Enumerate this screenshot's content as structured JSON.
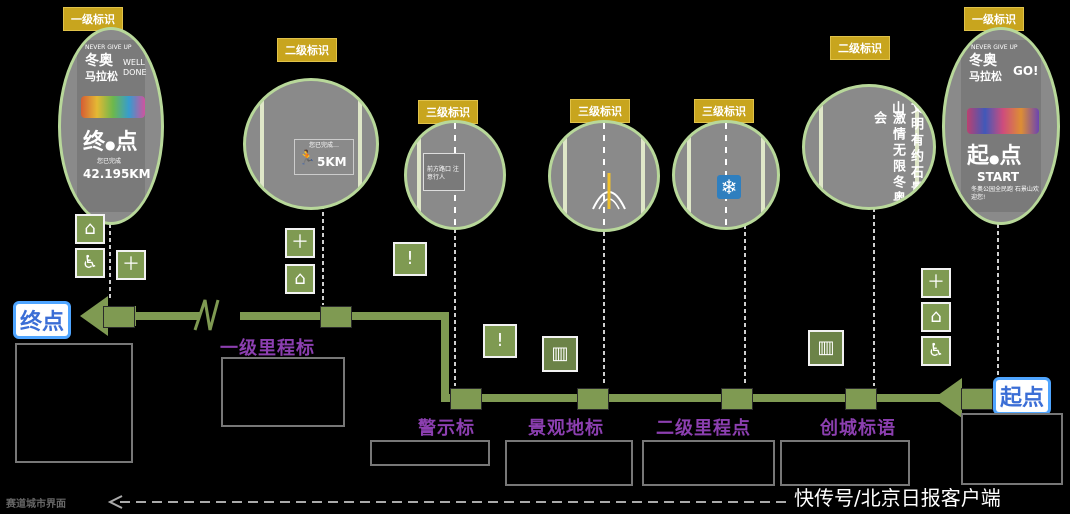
{
  "badges": {
    "level1_left": "一级标识",
    "level1_right": "一级标识",
    "level2_left": "二级标识",
    "level2_right": "二级标识",
    "level3_a": "三级标识",
    "level3_b": "三级标识",
    "level3_c": "三级标识"
  },
  "finish_sign": {
    "top": "NEVER GIVE UP",
    "brand": "冬奥",
    "brand2": "马拉松",
    "tagline": "WELL DONE",
    "title_a": "终",
    "title_b": "点",
    "note": "您已完成",
    "distance": "42.195KM"
  },
  "start_sign": {
    "top": "NEVER GIVE UP",
    "brand": "冬奥",
    "brand2": "马拉松",
    "tagline": "GO!",
    "title_a": "起",
    "title_b": "点",
    "start_en": "START",
    "note": "冬奥公园全民跑 石景山欢迎您!"
  },
  "km_sign": {
    "note": "您已完成…",
    "distance": "5KM"
  },
  "crossing_sign": {
    "text": "前方路口 注意行人"
  },
  "slogan_sign": {
    "col1": "文明有约石景山",
    "col2": "激情无限冬奥会"
  },
  "labels": {
    "end": "终点",
    "start": "起点",
    "km_marker": "一级里程标",
    "warning": "警示标",
    "landmark": "景观地标",
    "km_marker2": "二级里程点",
    "slogan": "创城标语",
    "bottom_left": "赛道城市界面"
  },
  "icons": {
    "home_heart": "home-heart-icon",
    "chair": "chair-icon",
    "plus": "first-aid-icon",
    "warning": "warning-icon",
    "building": "building-icon",
    "snowflake": "snowflake-icon",
    "runner": "runner-icon"
  },
  "watermark": "快传号/北京日报客户端",
  "colors": {
    "route": "#7f9a52",
    "badge": "#c8a51e",
    "purple_label": "#8c3fb0",
    "end_tag": "#3b6ed6"
  }
}
